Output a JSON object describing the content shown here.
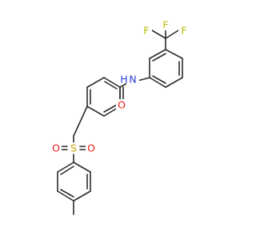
{
  "molecule": {
    "colors": {
      "bond": "#2b2b2b",
      "carbon": "#2b2b2b",
      "nitrogen": "#2a3bd8",
      "oxygen": "#e8201b",
      "sulfur": "#c9a800",
      "fluorine": "#b8b800"
    },
    "atoms": {
      "f_top": "F",
      "f_left": "F",
      "f_right": "F",
      "nh": "N",
      "h": "H",
      "o_amide": "O",
      "s": "S",
      "o_left": "O",
      "o_right": "O"
    }
  }
}
